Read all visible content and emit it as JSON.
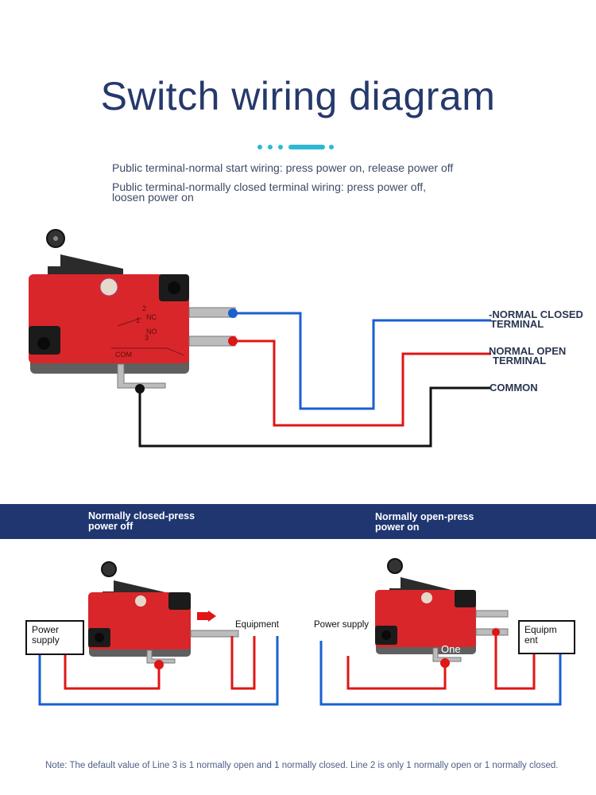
{
  "title": "Switch wiring diagram",
  "description": {
    "line1": "Public terminal-normal start wiring: press power on, release power off",
    "line2a": "Public terminal-normally closed terminal wiring: press power off,",
    "line2b": "loosen power on"
  },
  "terminals": {
    "nc_a": "-NORMAL CLOSED",
    "nc_b": "TERMINAL",
    "no_a": "NORMAL OPEN",
    "no_b": "TERMINAL",
    "common": "COMMON"
  },
  "switch_markings": {
    "nc": "NC",
    "no": "NO",
    "com": "COM",
    "n1": "1",
    "n2": "2",
    "n3": "3"
  },
  "band": {
    "left_a": "Normally closed-press",
    "left_b": "power off",
    "right_a": "Normally open-press",
    "right_b": "power on"
  },
  "left_circuit": {
    "power_a": "Power",
    "power_b": "supply",
    "equipment": "Equipment"
  },
  "right_circuit": {
    "power": "Power supply",
    "equip_a": "Equipm",
    "equip_b": "ent",
    "one": "One"
  },
  "note": "Note: The default value of Line 3 is 1 normally open and 1 normally closed. Line 2 is only 1 normally open or 1 normally closed.",
  "colors": {
    "title": "#25396b",
    "accent": "#2fb8d2",
    "band": "#1f3670",
    "wire_blue": "#1a5fd0",
    "wire_red": "#e01515",
    "wire_black": "#111111",
    "switch_red": "#d9262a"
  }
}
